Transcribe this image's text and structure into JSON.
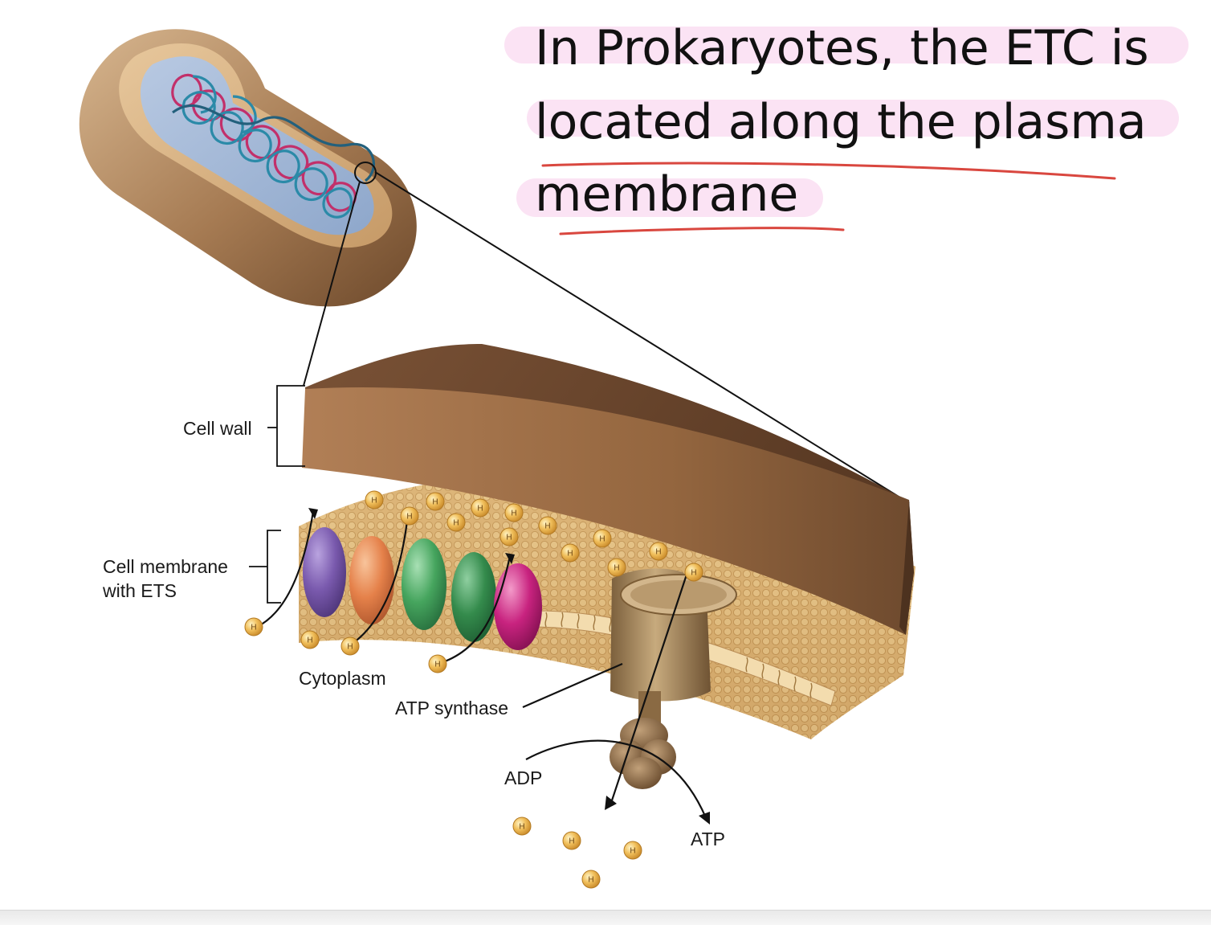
{
  "annotation": {
    "lines": [
      "In Prokaryotes, the ETC is",
      "located along the plasma",
      "membrane"
    ],
    "highlight_color": "#fbe3f4",
    "underline_color": "#d9473f"
  },
  "labels": {
    "cell_wall": "Cell wall",
    "cell_membrane_line1": "Cell membrane",
    "cell_membrane_line2": "with ETS",
    "cytoplasm": "Cytoplasm",
    "atp_synthase": "ATP synthase",
    "adp": "ADP",
    "atp": "ATP"
  },
  "proton_symbol": "H",
  "colors": {
    "cell_wall": "#8a5a3a",
    "membrane": "#d8ad6a",
    "proton": "#e0a63a",
    "complex_purple": "#6b4c9a",
    "complex_orange": "#e07a3a",
    "complex_green": "#3f9a55",
    "complex_green_dark": "#2f8049",
    "complex_magenta": "#c21d7c",
    "atp_synthase": "#a0835a",
    "cytoplasm_blue": "#9fb6d6"
  }
}
